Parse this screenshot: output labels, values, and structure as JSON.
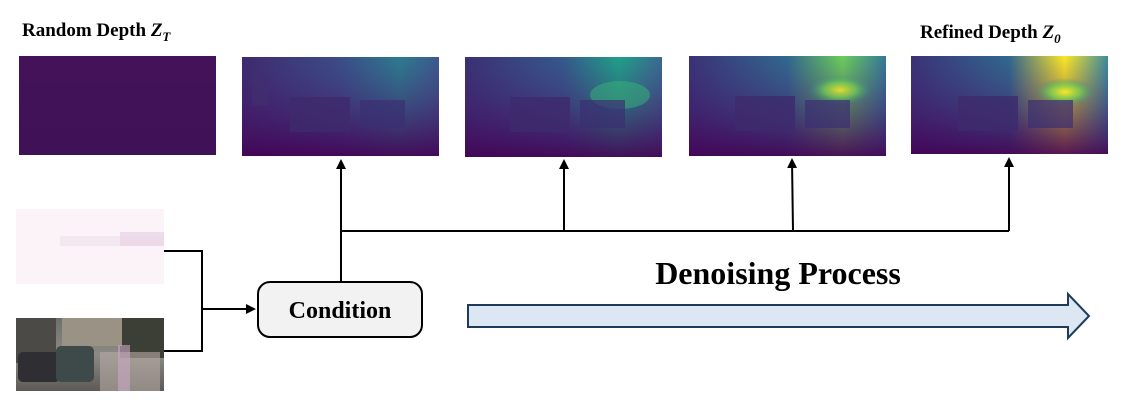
{
  "diagram": {
    "top_left_label": {
      "text": "Random Depth ",
      "var": "Z",
      "sub": "T"
    },
    "top_right_label": {
      "text": "Refined Depth ",
      "var": "Z",
      "sub": "0"
    },
    "condition_label": "Condition",
    "process_label": "Denoising Process",
    "colors": {
      "depth_background": "#440154",
      "depth_mid": "#31688e",
      "depth_high": "#35b779",
      "depth_peak": "#fde725",
      "arrow_fill": "#dde7f3",
      "arrow_stroke": "#1f3b5a",
      "condition_box": "#f2f2f2"
    },
    "depth_maps": [
      {
        "id": "step-0",
        "intensity": 0.0
      },
      {
        "id": "step-1",
        "intensity": 0.35
      },
      {
        "id": "step-2",
        "intensity": 0.55
      },
      {
        "id": "step-3",
        "intensity": 0.8
      },
      {
        "id": "step-4",
        "intensity": 1.0
      }
    ],
    "inputs": [
      {
        "id": "sparse-depth-input",
        "icon": "sparse-depth-image"
      },
      {
        "id": "rgb-street-input",
        "icon": "rgb-street-image"
      }
    ]
  }
}
